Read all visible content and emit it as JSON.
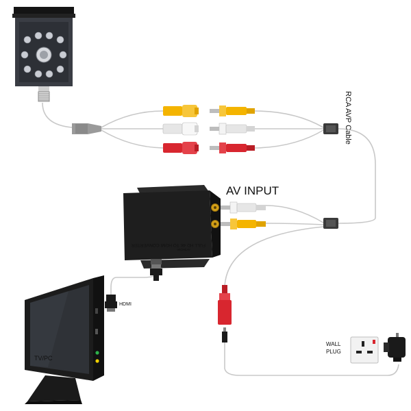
{
  "labels": {
    "rca_cable": "RCA AVP  Cable",
    "av_input": "AV INPUT",
    "hdmi": "HDMI",
    "wall_plug_line1": "WALL",
    "wall_plug_line2": "PLUG",
    "converter_line1": "FULL HD 4K TO HDMI CONVERTER",
    "converter_line2": "AV2HDMI",
    "monitor_logo": "TV/PC"
  },
  "colors": {
    "camera_body": "#3a3d44",
    "camera_led": "#c9ccd3",
    "cable": "#c8c8c8",
    "rca_yellow": "#f4b400",
    "rca_white": "#efefef",
    "rca_red": "#d8262f",
    "converter_body": "#1e1e1e",
    "gold_jack": "#d4a017",
    "monitor_frame": "#1c1c1c",
    "monitor_screen": "#2f3237",
    "plug_black": "#1a1a1a",
    "socket_white": "#f2f2f2"
  },
  "icons": [
    "camera-icon",
    "rca-connector-icon",
    "converter-box-icon",
    "monitor-icon",
    "hdmi-plug-icon",
    "power-adapter-icon",
    "wall-socket-icon"
  ]
}
